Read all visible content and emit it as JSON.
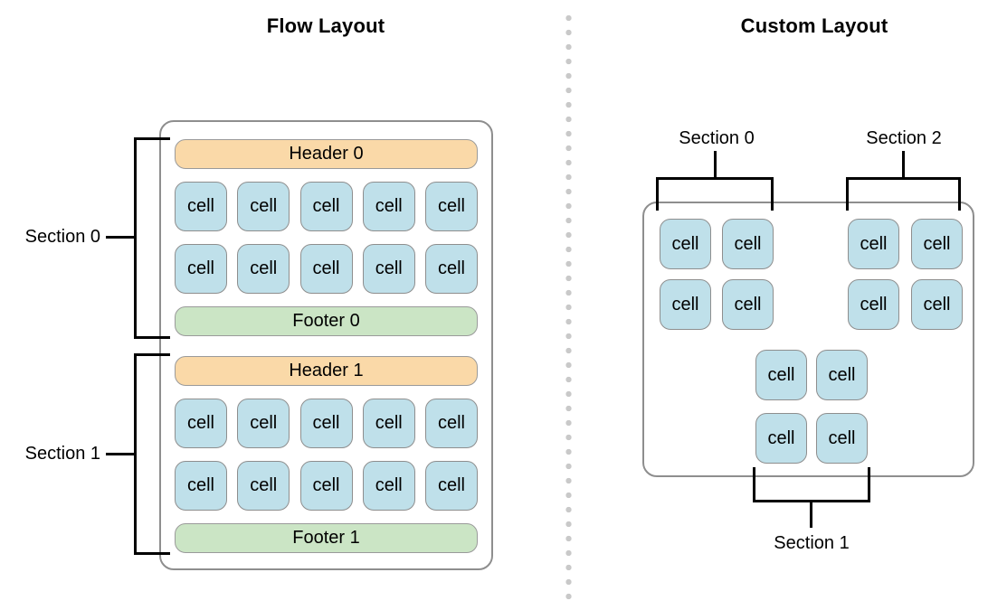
{
  "colors": {
    "header_fill": "#fad9a8",
    "footer_fill": "#cbe5c5",
    "cell_fill": "#bfe0ea",
    "shape_border": "#8e8e8e",
    "bracket_line": "#000000",
    "divider_dot": "#c9c9c9",
    "text": "#000000"
  },
  "flow": {
    "title": "Flow Layout",
    "sections": [
      {
        "label": "Section 0",
        "header": "Header 0",
        "footer": "Footer 0",
        "rows": [
          [
            "cell",
            "cell",
            "cell",
            "cell",
            "cell"
          ],
          [
            "cell",
            "cell",
            "cell",
            "cell",
            "cell"
          ]
        ]
      },
      {
        "label": "Section 1",
        "header": "Header 1",
        "footer": "Footer 1",
        "rows": [
          [
            "cell",
            "cell",
            "cell",
            "cell",
            "cell"
          ],
          [
            "cell",
            "cell",
            "cell",
            "cell",
            "cell"
          ]
        ]
      }
    ]
  },
  "custom": {
    "title": "Custom Layout",
    "sections": [
      {
        "label": "Section 0",
        "rows": [
          [
            "cell",
            "cell"
          ],
          [
            "cell",
            "cell"
          ]
        ]
      },
      {
        "label": "Section 1",
        "rows": [
          [
            "cell",
            "cell"
          ],
          [
            "cell",
            "cell"
          ]
        ]
      },
      {
        "label": "Section 2",
        "rows": [
          [
            "cell",
            "cell"
          ],
          [
            "cell",
            "cell"
          ]
        ]
      }
    ]
  }
}
